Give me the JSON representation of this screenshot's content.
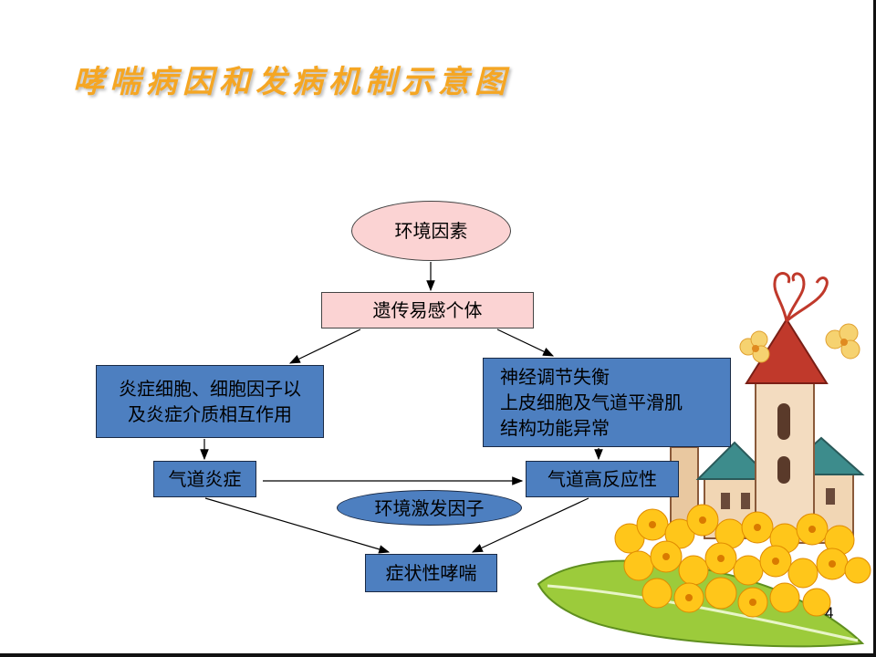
{
  "title": "哮喘病因和发病机制示意图",
  "nodes": {
    "environment": "环境因素",
    "susceptible": "遗传易感个体",
    "inflammation_cells_line1": "炎症细胞、细胞因子以",
    "inflammation_cells_line2": "及炎症介质相互作用",
    "neural_line1": "神经调节失衡",
    "neural_line2": "上皮细胞及气道平滑肌",
    "neural_line3": "结构功能异常",
    "airway_inflammation": "气道炎症",
    "airway_hyperresponsiveness": "气道高反应性",
    "environmental_triggers": "环境激发因子",
    "symptomatic_asthma": "症状性哮喘"
  },
  "page_number": "4",
  "colors": {
    "title": "#f5a623",
    "pink_fill": "#fbd3d3",
    "blue_fill": "#4d7fc0"
  }
}
